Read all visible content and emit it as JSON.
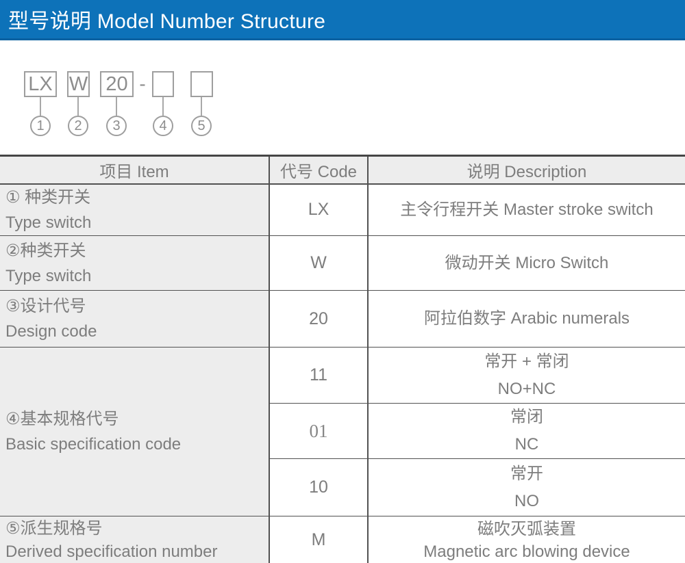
{
  "header": {
    "title": "型号说明 Model Number Structure"
  },
  "colors": {
    "accent_blue": "#0d72b9",
    "header_text": "#ffffff",
    "cell_gray": "#ededed",
    "text_gray": "#7d7d7d",
    "border_gray": "#515151",
    "diagram_gray": "#9e9e9e"
  },
  "diagram": {
    "separator": "-",
    "segments": [
      {
        "label": "LX",
        "num": "1"
      },
      {
        "label": "W",
        "num": "2"
      },
      {
        "label": "20",
        "num": "3"
      },
      {
        "label": "",
        "num": "4"
      },
      {
        "label": "",
        "num": "5"
      }
    ]
  },
  "table": {
    "headers": [
      "项目 Item",
      "代号 Code",
      "说明 Description"
    ],
    "rows": [
      {
        "item": [
          "① 种类开关",
          "Type switch"
        ],
        "code": "LX",
        "desc": [
          "主令行程开关 Master stroke switch"
        ]
      },
      {
        "item": [
          "②种类开关",
          "Type switch"
        ],
        "code": "W",
        "desc": [
          "微动开关 Micro Switch"
        ]
      },
      {
        "item": [
          "③设计代号",
          "Design code"
        ],
        "code": "20",
        "desc": [
          "阿拉伯数字 Arabic numerals"
        ]
      },
      {
        "item": [
          "④基本规格代号",
          "Basic specification code"
        ],
        "sub": [
          {
            "code": "11",
            "desc": [
              "常开 + 常闭",
              "NO+NC"
            ]
          },
          {
            "code": "01",
            "desc": [
              "常闭",
              "NC"
            ]
          },
          {
            "code": "10",
            "desc": [
              "常开",
              "NO"
            ]
          }
        ]
      },
      {
        "item": [
          "⑤派生规格号",
          "Derived specification number"
        ],
        "code": "M",
        "desc": [
          "磁吹灭弧装置",
          "Magnetic arc blowing device"
        ]
      }
    ]
  }
}
